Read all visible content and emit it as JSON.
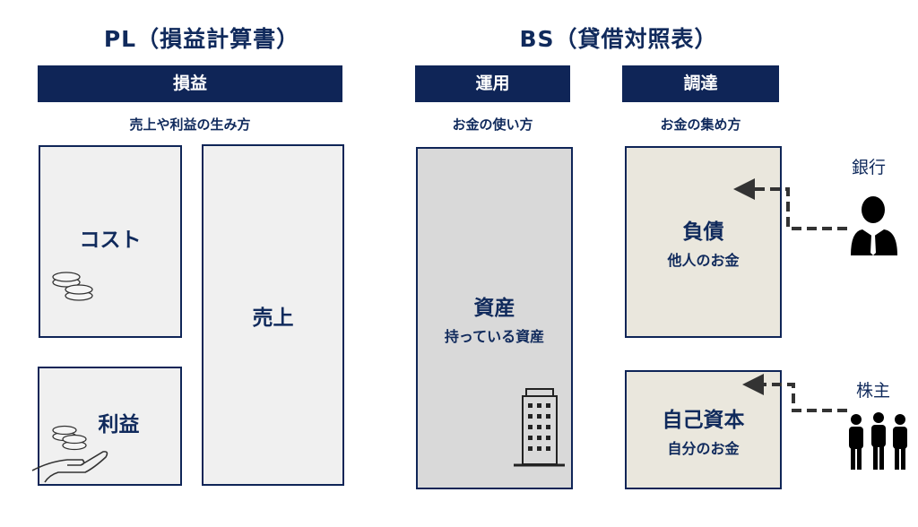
{
  "pl": {
    "title": "PL（損益計算書）",
    "header": "損益",
    "subtitle": "売上や利益の生み方",
    "cost": "コスト",
    "sales": "売上",
    "profit": "利益"
  },
  "bs": {
    "title": "BS（貸借対照表）",
    "use_header": "運用",
    "use_subtitle": "お金の使い方",
    "raise_header": "調達",
    "raise_subtitle": "お金の集め方",
    "assets": "資産",
    "assets_sub": "持っている資産",
    "liabilities": "負債",
    "liabilities_sub": "他人のお金",
    "equity": "自己資本",
    "equity_sub": "自分のお金",
    "bank": "銀行",
    "shareholders": "株主"
  },
  "colors": {
    "navy": "#0f2557",
    "pl_box": "#f0f0f0",
    "assets_box": "#d9d9d9",
    "raise_box": "#eae7dd"
  }
}
